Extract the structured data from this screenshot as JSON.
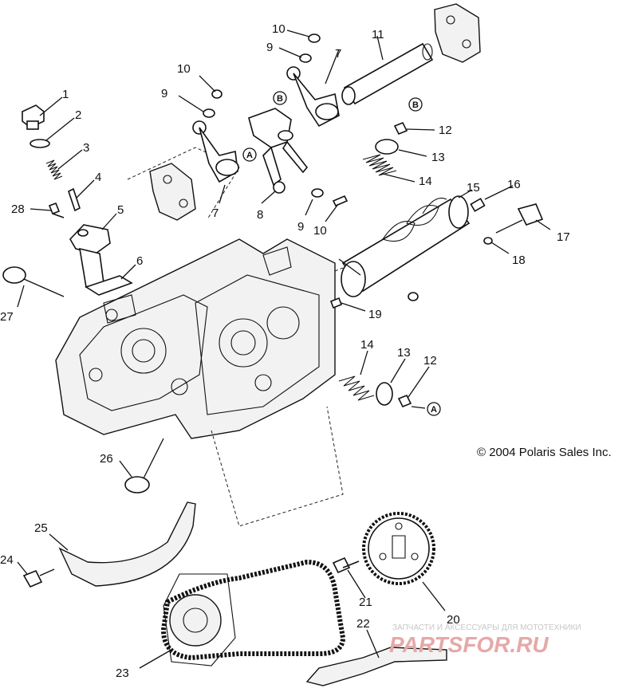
{
  "diagram": {
    "callouts": [
      "1",
      "2",
      "3",
      "4",
      "5",
      "6",
      "7",
      "7",
      "8",
      "9",
      "9",
      "9",
      "10",
      "10",
      "10",
      "11",
      "12",
      "12",
      "13",
      "13",
      "14",
      "14",
      "15",
      "16",
      "17",
      "18",
      "19",
      "20",
      "21",
      "22",
      "23",
      "24",
      "25",
      "26",
      "27",
      "28"
    ],
    "reference_markers": [
      "A",
      "A",
      "B",
      "B"
    ],
    "copyright": "© 2004 Polaris Sales Inc.",
    "watermark": {
      "tagline": "ЗАПЧАСТИ И АКСЕССУАРЫ ДЛЯ МОТОТЕХНИКИ",
      "logo_text": "PARTSFOR.RU"
    }
  }
}
